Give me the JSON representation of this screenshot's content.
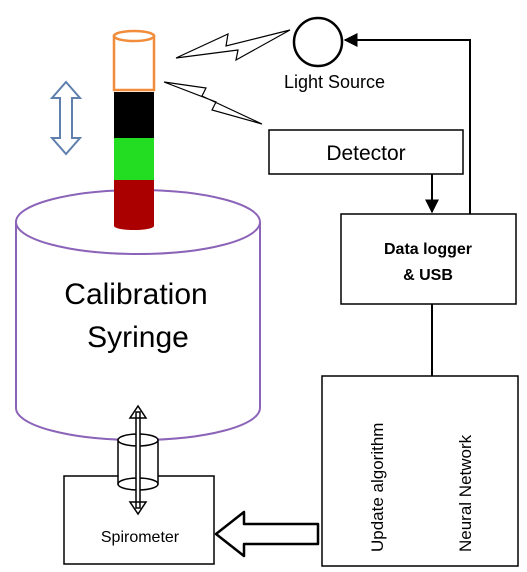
{
  "labels": {
    "light_source": "Light Source",
    "detector": "Detector",
    "datalogger_line1": "Data logger",
    "datalogger_line2": "& USB",
    "syringe_line1": "Calibration",
    "syringe_line2": "Syringe",
    "spirometer": "Spirometer",
    "update_algorithm": "Update algorithm",
    "neural_network": "Neural Network"
  },
  "colors": {
    "cylinder_outline": "#8b63b8",
    "double_arrow": "#5f7fad",
    "piston_top_outline": "#f08c3a",
    "piston_black": "#000000",
    "piston_green": "#22dd22",
    "piston_red": "#aa0000",
    "stroke": "#000000"
  }
}
